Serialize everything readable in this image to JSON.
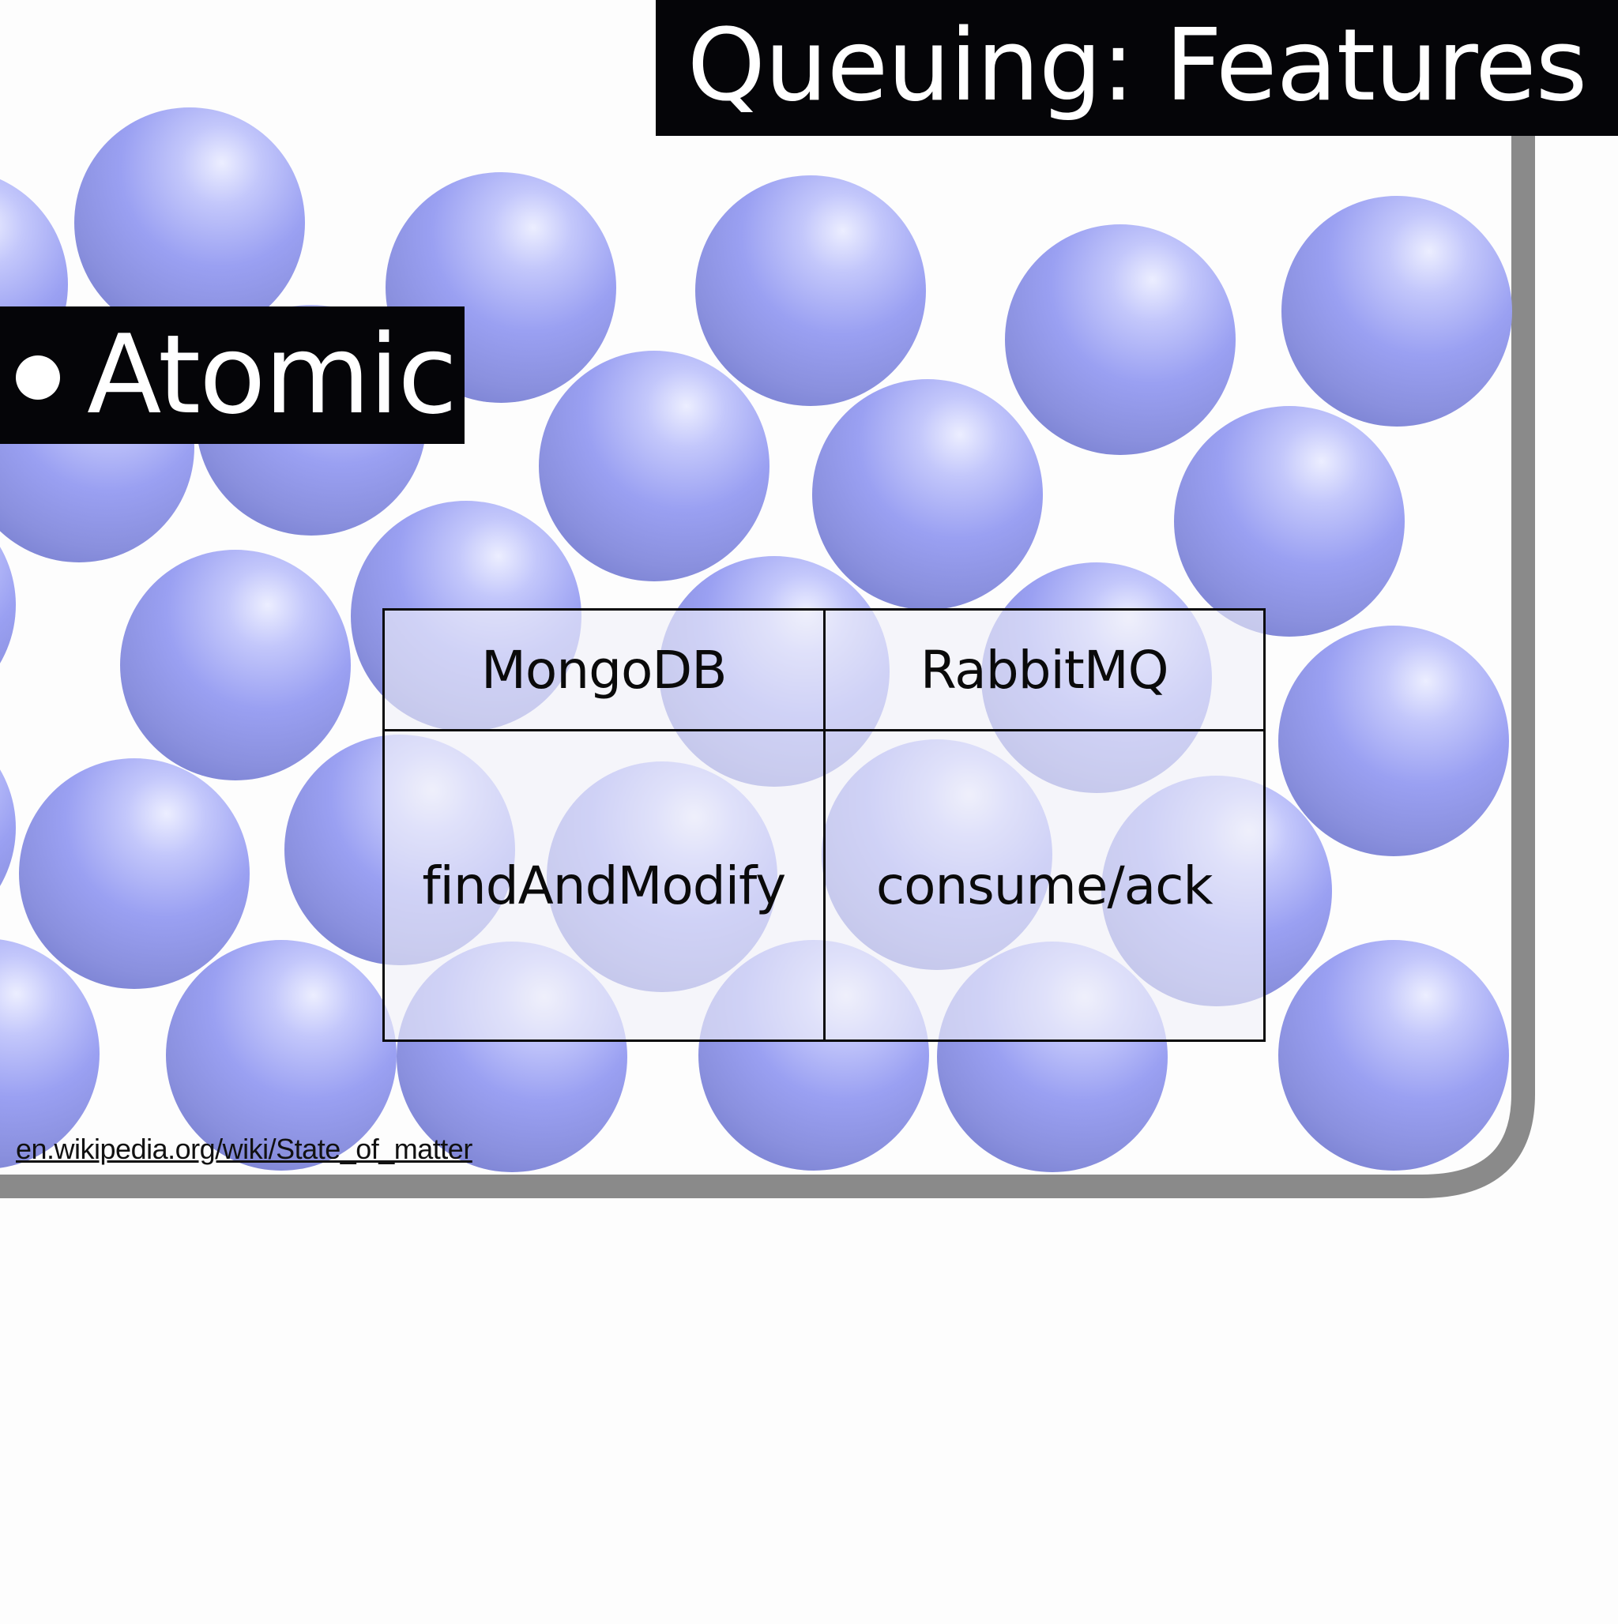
{
  "slide": {
    "title": "Queuing: Features",
    "bullet": "Atomic",
    "source_link": "en.wikipedia.org/wiki/State_of_matter"
  },
  "comparison_table": {
    "headers": [
      "MongoDB",
      "RabbitMQ"
    ],
    "row": [
      "findAndModify",
      "consume/ack"
    ]
  },
  "colors": {
    "banner_background": "#050508",
    "banner_text": "#ffffff",
    "container_border": "#8a8a8a",
    "sphere_highlight": "#e6e8ff",
    "sphere_mid": "#9aa0f2",
    "sphere_shadow": "#7d84d4",
    "page_background": "#fdfdfd"
  },
  "illustration": {
    "subject": "spheres-in-container"
  }
}
